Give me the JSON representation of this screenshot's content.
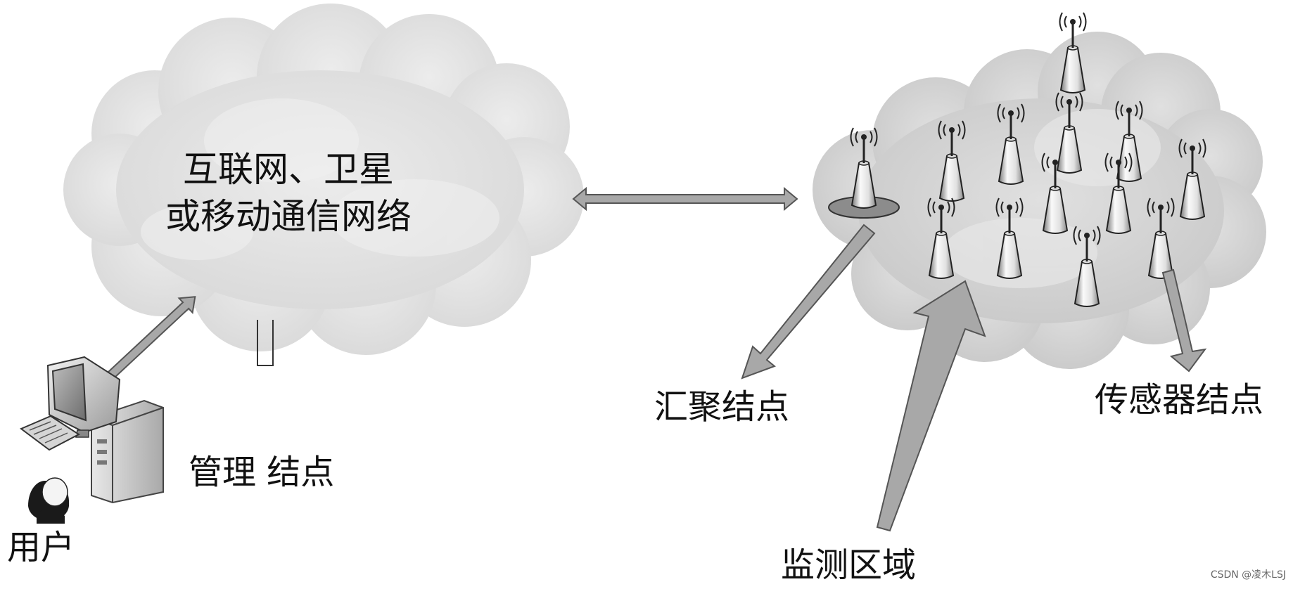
{
  "cloud_network": {
    "line1": "互联网、卫星",
    "line2": "或移动通信网络"
  },
  "labels": {
    "management_node": "管理 结点",
    "user": "用户",
    "sink_node": "汇聚结点",
    "sensor_node": "传感器结点",
    "monitoring_area": "监测区域"
  },
  "watermark": "CSDN @凌木LSJ",
  "colors": {
    "cloud_fill": "#e3e3e3",
    "cloud_fill_dark": "#d2d2d2",
    "arrow_fill": "#a8a8a8",
    "arrow_stroke": "#555555",
    "sink_base": "#8c8c8c"
  }
}
